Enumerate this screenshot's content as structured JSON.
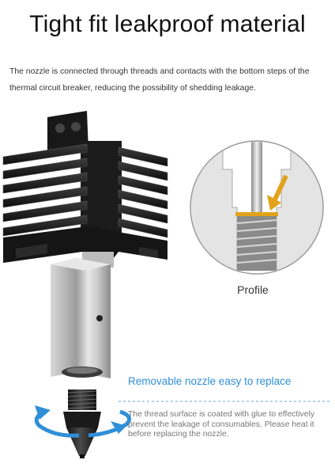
{
  "header": {
    "title": "Tight fit leakproof material"
  },
  "intro": {
    "text": "The nozzle is connected through threads and contacts with the bottom steps of the thermal circuit breaker, reducing the possibility of shedding leakage."
  },
  "profile_view": {
    "label": "Profile"
  },
  "nozzle_section": {
    "heading": "Removable nozzle easy to replace",
    "note": "The thread surface is coated with glue to effectively prevent the leakage of consumables. Please heat it before replacing the nozzle."
  },
  "colors": {
    "accent_blue": "#2f8fd8",
    "arrow_gold": "#e3a21a"
  }
}
